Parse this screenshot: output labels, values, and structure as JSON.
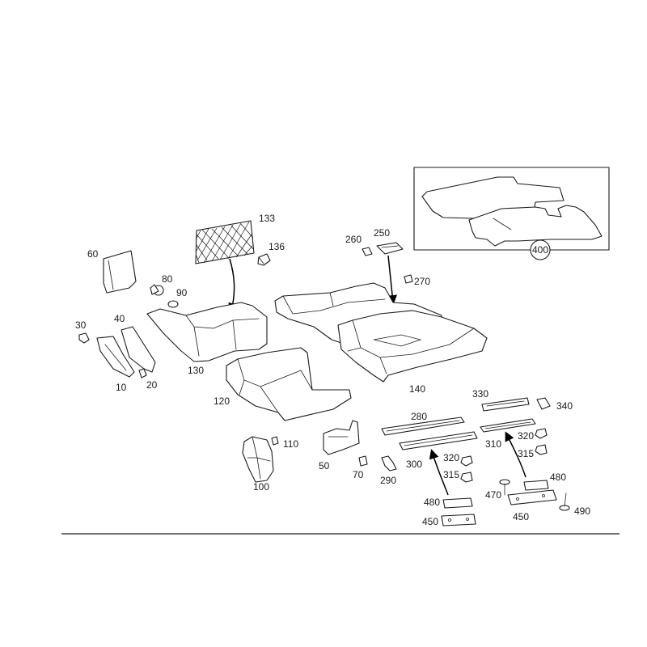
{
  "labels": {
    "p133": "133",
    "p136": "136",
    "p60": "60",
    "p80": "80",
    "p90": "90",
    "p30": "30",
    "p40": "40",
    "p10": "10",
    "p20": "20",
    "p130": "130",
    "p120": "120",
    "p100": "100",
    "p110": "110",
    "p260": "260",
    "p250": "250",
    "p270": "270",
    "p140": "140",
    "p400": "400",
    "p330": "330",
    "p340": "340",
    "p280": "280",
    "p310": "310",
    "p320a": "320",
    "p315a": "315",
    "p320b": "320",
    "p315b": "315",
    "p300": "300",
    "p50": "50",
    "p70": "70",
    "p290": "290",
    "p480a": "480",
    "p450a": "450",
    "p480b": "480",
    "p470": "470",
    "p450b": "450",
    "p490": "490"
  },
  "colors": {
    "line": "#1a1a1a",
    "background": "#ffffff"
  }
}
